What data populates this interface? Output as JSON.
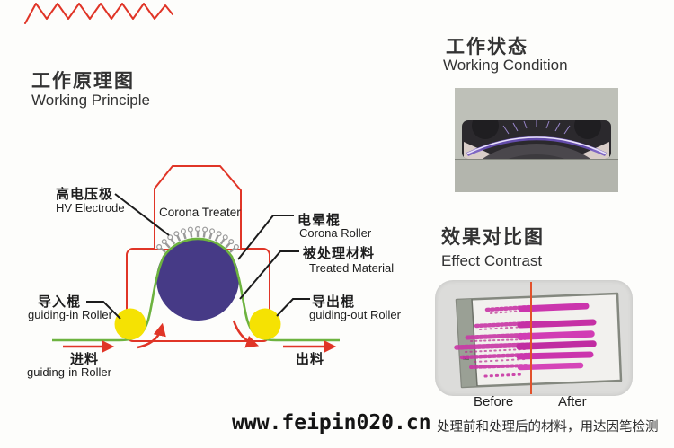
{
  "working_principle": {
    "title_zh": "工作原理图",
    "title_en": "Working Principle",
    "diagram": {
      "hood_label": "Corona Treater",
      "labels": {
        "hv_zh": "高电压极",
        "hv_en": "HV Electrode",
        "corona_roller_zh": "电晕棍",
        "corona_roller_en": "Corona Roller",
        "treated_zh": "被处理材料",
        "treated_en": "Treated Material",
        "guide_in_zh": "导入棍",
        "guide_in_en": "guiding-in Roller",
        "guide_out_zh": "导出棍",
        "guide_out_en": "guiding-out Roller",
        "feed_in_zh": "进料",
        "feed_in_en": "guiding-in Roller",
        "feed_out_zh": "出料"
      },
      "colors": {
        "outline_red": "#e03527",
        "material_green": "#6db33f",
        "roller_purple": "#463a86",
        "guide_yellow": "#f5e203",
        "electrode_gray": "#9a9a9a"
      },
      "electrode_pin_count": 13
    }
  },
  "working_condition": {
    "title_zh": "工作状态",
    "title_en": "Working Condition"
  },
  "effect_contrast": {
    "title_zh": "效果对比图",
    "title_en": "Effect Contrast",
    "before_label": "Before",
    "after_label": "After",
    "caption": "处理前和处理后的材料，用达因笔检测"
  },
  "watermark": "www.feipin020.cn"
}
